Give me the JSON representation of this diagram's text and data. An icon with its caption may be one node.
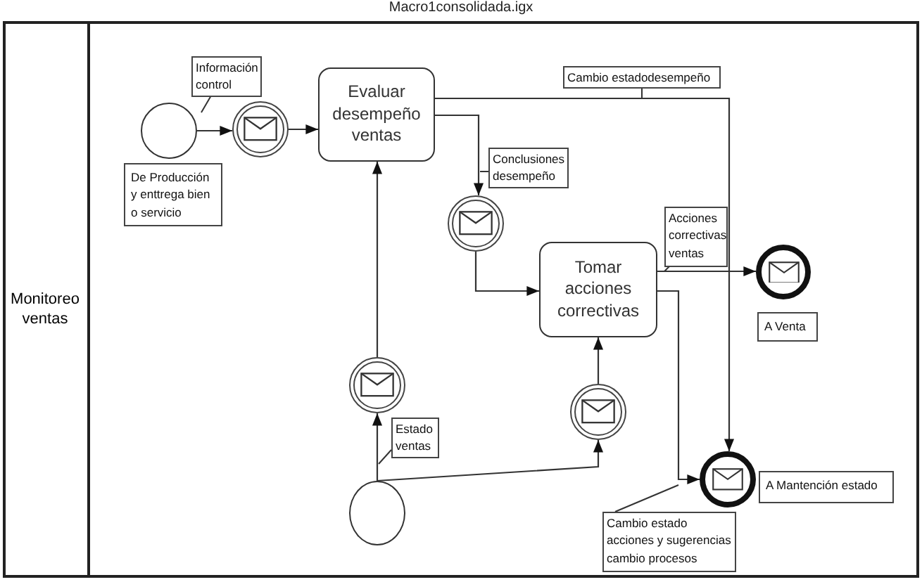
{
  "diagram": {
    "title": "Macro1consolidada.igx",
    "nodes": [
      {
        "text": [
          "Monitoreo ventas"
        ]
      },
      {
        "text": [],
        "shape": "circle",
        "in": 0,
        "beside": [
          "De Producción y enttrega bien o servicio"
        ]
      },
      {
        "text": [],
        "shape": "circle",
        "in": 0
      },
      {
        "text": [
          "Evaluar desempeño ventas"
        ],
        "in": 0
      },
      {
        "text": [],
        "shape": "circle",
        "in": 0
      },
      {
        "text": [
          "Tomar acciones correctivas"
        ],
        "in": 0
      },
      {
        "text": [],
        "shape": "circle",
        "in": 0,
        "beside": [
          "A Venta"
        ]
      },
      {
        "text": [],
        "shape": "circle",
        "in": 0
      },
      {
        "text": [],
        "shape": "circle",
        "in": 0
      },
      {
        "text": [],
        "shape": "circle",
        "in": 0
      },
      {
        "text": [],
        "shape": "circle",
        "in": 0,
        "beside": [
          "A Mantención estado"
        ]
      }
    ],
    "edges": [
      {
        "from": 1,
        "to": 2,
        "arrow": "to",
        "label": "Información control"
      },
      {
        "from": 2,
        "to": 3,
        "arrow": "to"
      },
      {
        "from": 3,
        "to": 4,
        "arrow": "to",
        "label": "Conclusiones desempeño"
      },
      {
        "from": 3,
        "to": 10,
        "arrow": "to",
        "label": "Cambio estadodesempeño"
      },
      {
        "from": 4,
        "to": 5,
        "arrow": "to"
      },
      {
        "from": 5,
        "to": 6,
        "arrow": "to",
        "label": "Acciones correctivas ventas"
      },
      {
        "from": 5,
        "to": 10,
        "arrow": "to",
        "label": "Cambio estado acciones y sugerencias cambio procesos"
      },
      {
        "from": 8,
        "to": 7,
        "arrow": "to",
        "label": "Estado ventas"
      },
      {
        "from": 7,
        "to": 3,
        "arrow": "to"
      },
      {
        "from": 8,
        "to": 9,
        "arrow": "to"
      },
      {
        "from": 9,
        "to": 5,
        "arrow": "to"
      }
    ]
  }
}
